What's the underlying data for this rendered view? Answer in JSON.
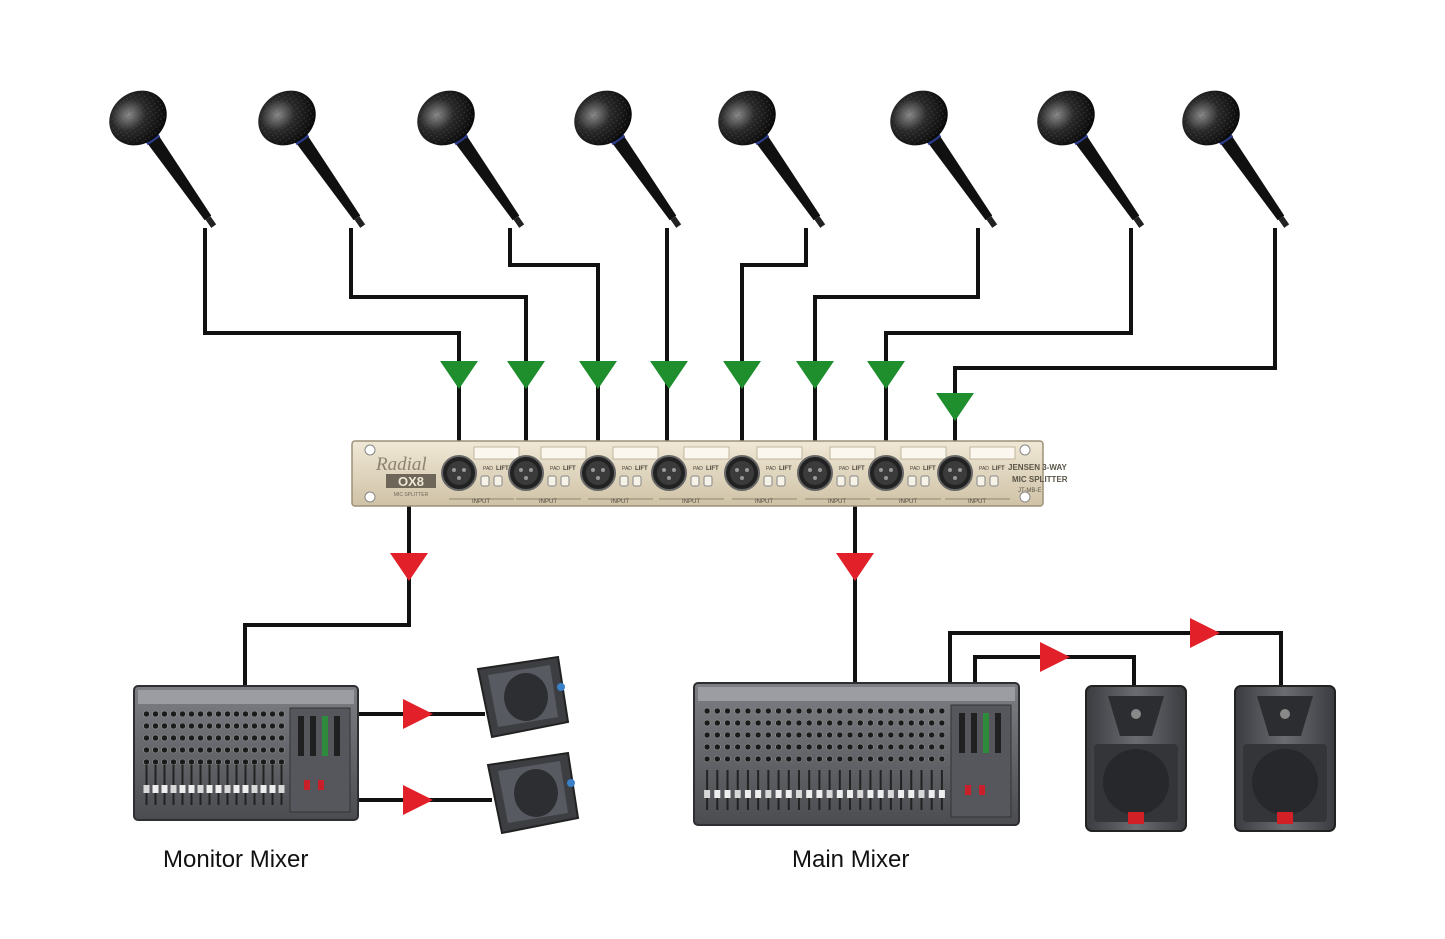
{
  "splitter": {
    "brand": "Radial",
    "model": "OX8",
    "subtitle": "MIC SPLITTER",
    "transformer_line1": "JENSEN 3-WAY",
    "transformer_line2": "MIC SPLITTER",
    "transformer_line3": "JT-MB-E",
    "channel_label": "INPUT",
    "pad_label": "PAD",
    "lift_label": "LIFT",
    "channel_count": 8
  },
  "microphones": {
    "count": 8
  },
  "labels": {
    "monitor_mixer": "Monitor Mixer",
    "main_mixer": "Main Mixer"
  },
  "colors": {
    "input_arrow": "#1f8f2e",
    "output_arrow": "#e2202a",
    "cable": "#111111",
    "rack_face": "#e3d8c2"
  }
}
